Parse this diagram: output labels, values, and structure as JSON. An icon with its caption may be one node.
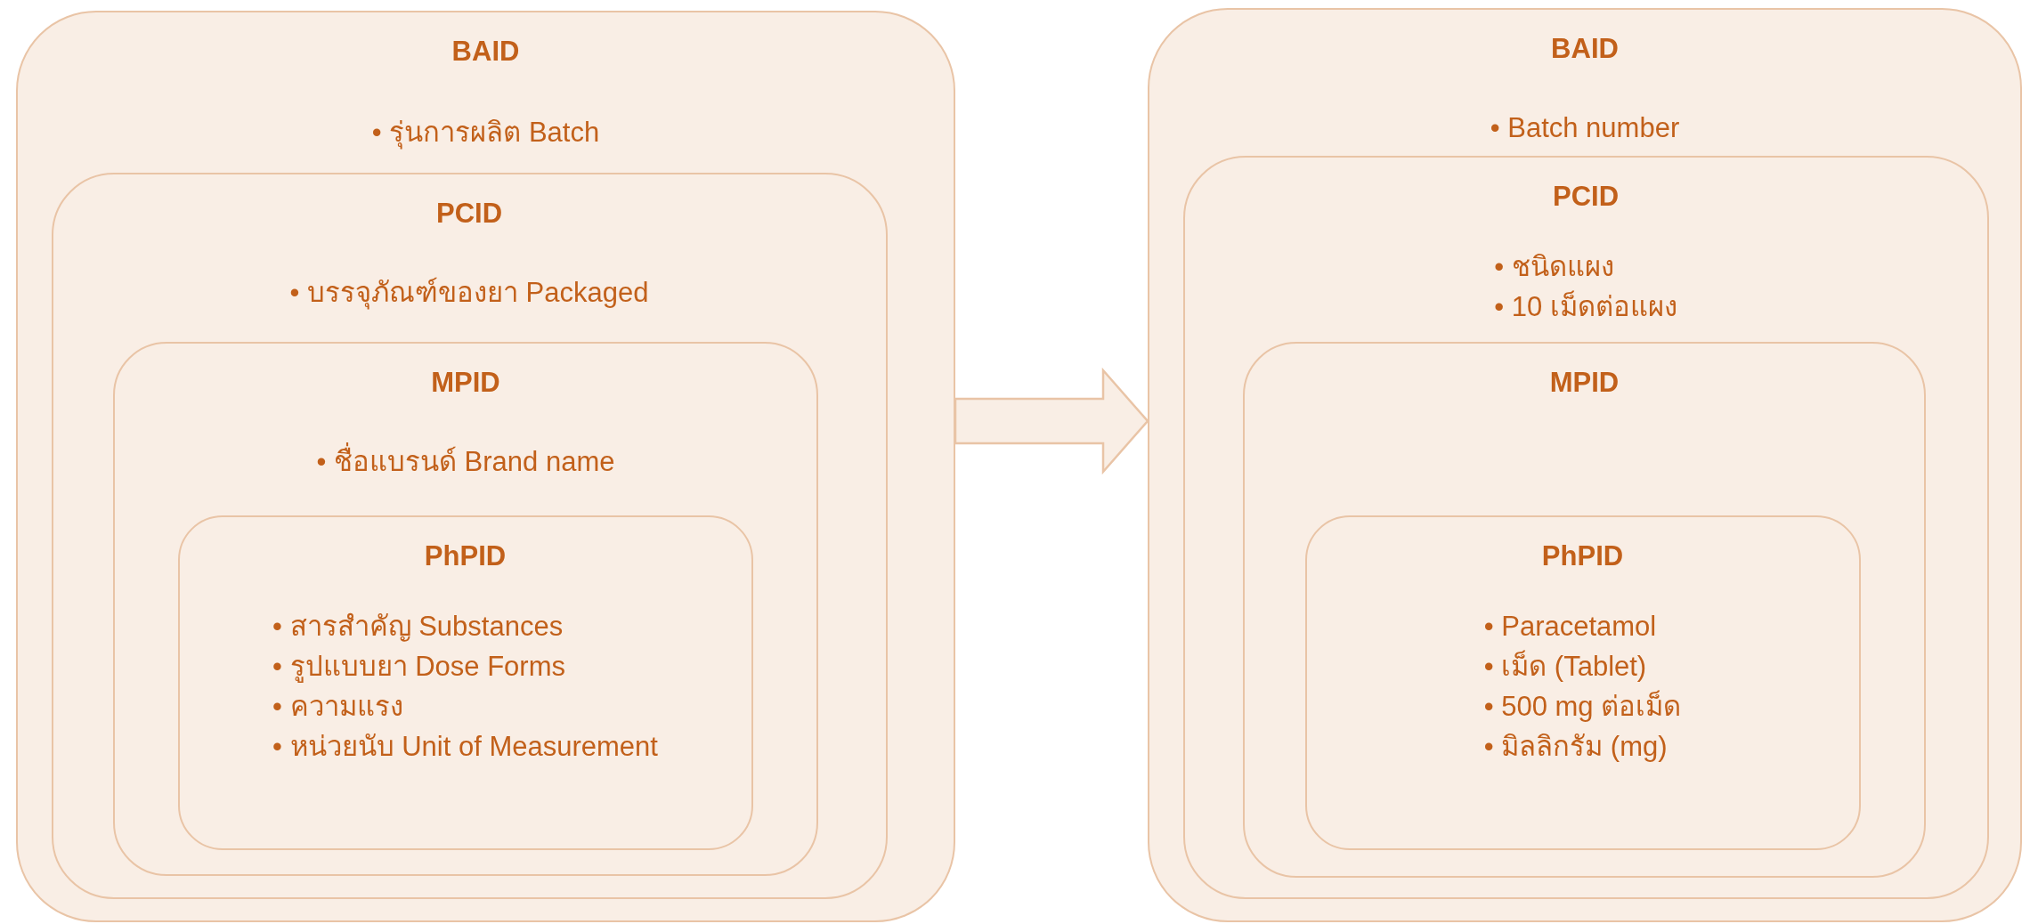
{
  "diagram": {
    "nodes": [
      {
        "text": [
          "BAID",
          "• รุ่นการผลิต Batch"
        ]
      },
      {
        "text": [
          "PCID",
          "• บรรจุภัณฑ์ของยา Packaged"
        ],
        "in": 0
      },
      {
        "text": [
          "MPID",
          "• ชื่อแบรนด์ Brand name"
        ],
        "in": 1
      },
      {
        "text": [
          "PhPID",
          "• สารสำคัญ Substances",
          "• รูปแบบยา Dose Forms",
          "• ความแรง",
          "• หน่วยนับ Unit of Measurement"
        ],
        "in": 2
      },
      {
        "text": [
          "BAID",
          "• Batch number"
        ]
      },
      {
        "text": [
          "PCID",
          "• ชนิดแผง",
          "• 10 เม็ดต่อแผง"
        ],
        "in": 4
      },
      {
        "text": [
          "MPID"
        ],
        "in": 5
      },
      {
        "text": [
          "PhPID",
          "• Paracetamol",
          "• เม็ด (Tablet)",
          "• 500 mg ต่อเม็ด",
          "• มิลลิกรัม (mg)"
        ],
        "in": 6
      }
    ],
    "edges": [
      {
        "from": 0,
        "to": 4,
        "arrow": "to"
      }
    ]
  }
}
